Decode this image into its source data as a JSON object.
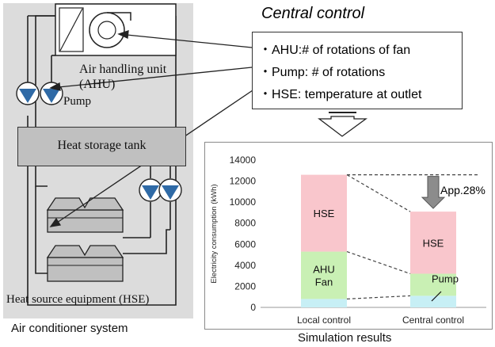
{
  "system": {
    "ahu_label_line1": "Air handling unit",
    "ahu_label_line2": "(AHU)",
    "pump_label": "Pump",
    "tank_label": "Heat storage tank",
    "hse_label": "Heat source equipment (HSE)",
    "caption": "Air conditioner system"
  },
  "control": {
    "title": "Central control",
    "items": [
      "・AHU:# of rotations of fan",
      "・Pump: # of rotations",
      "・HSE: temperature at outlet"
    ]
  },
  "simulation": {
    "caption": "Simulation results",
    "reduction_label": "App.28%"
  },
  "colors": {
    "hse": "#f9c6cc",
    "ahu_fan": "#c9f0b4",
    "pump": "#c7eff5",
    "pump_icon": "#2f6aa6",
    "panel": "#dcdcdc",
    "tank": "#c0c0c0"
  },
  "chart_data": {
    "type": "bar",
    "stacked": true,
    "categories": [
      "Local control",
      "Central control"
    ],
    "series": [
      {
        "name": "Pump",
        "values": [
          800,
          1100
        ]
      },
      {
        "name": "AHU Fan",
        "values": [
          4500,
          2100
        ]
      },
      {
        "name": "HSE",
        "values": [
          7300,
          5900
        ]
      }
    ],
    "segment_labels": {
      "local": [
        "",
        "AHU\nFan",
        "HSE"
      ],
      "central": [
        "Pump",
        "",
        "HSE"
      ]
    },
    "ylabel": "Electricity consumption (kWh)",
    "ylim": [
      0,
      14000
    ],
    "yticks": [
      0,
      2000,
      4000,
      6000,
      8000,
      10000,
      12000,
      14000
    ],
    "grid": false
  }
}
